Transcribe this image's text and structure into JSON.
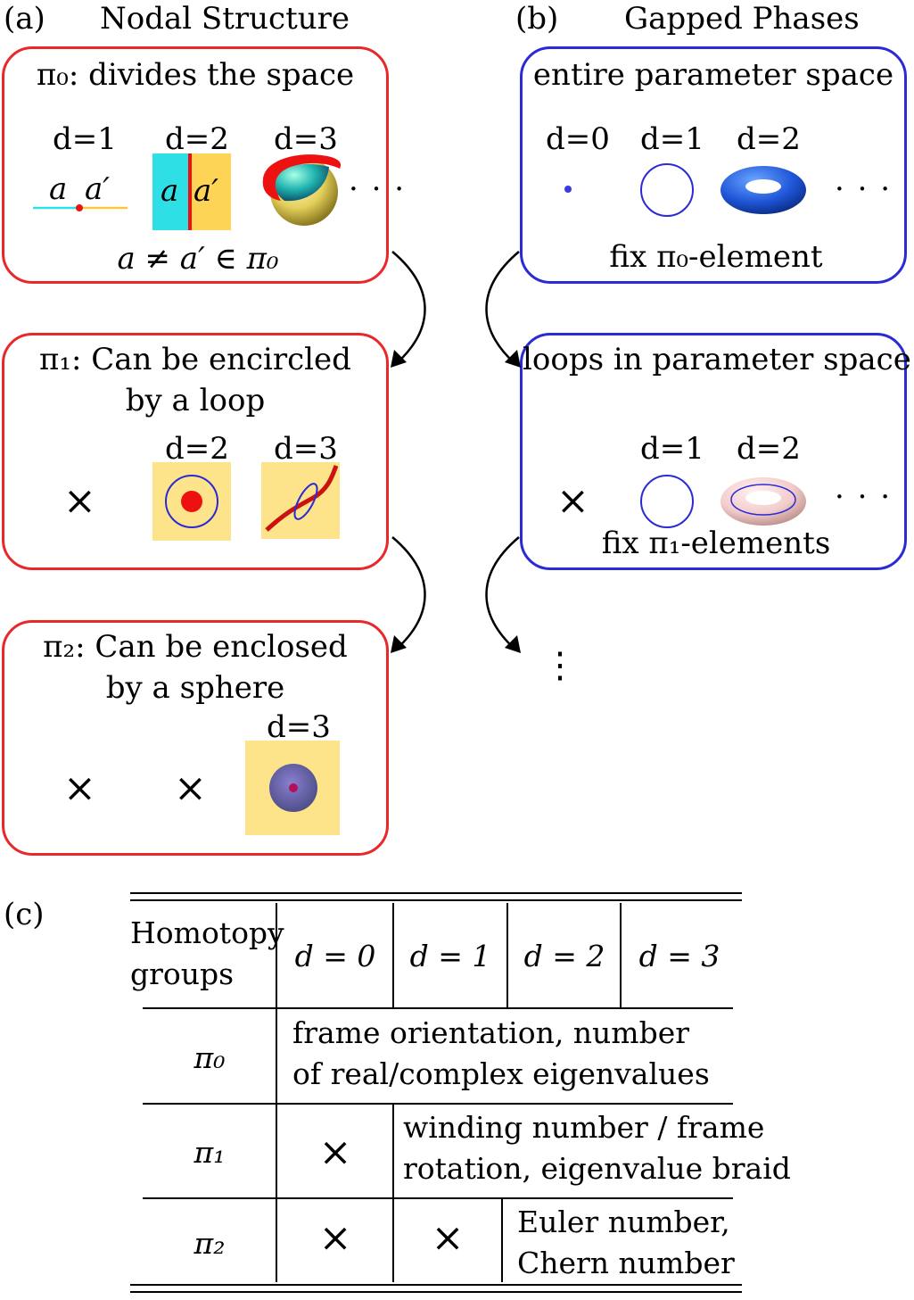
{
  "panel_a": {
    "label": "(a)",
    "title": "Nodal Structure",
    "box1": {
      "title": "π₀: divides the space",
      "d_labels": [
        "d=1",
        "d=2",
        "d=3"
      ],
      "a1": "a",
      "a1p": "a′",
      "a2": "a",
      "a2p": "a′",
      "dots": "· · ·",
      "caption": "a ≠ a′ ∈ π₀"
    },
    "box2": {
      "title_line1": "π₁: Can be encircled",
      "title_line2": "by a loop",
      "d_labels": [
        "d=2",
        "d=3"
      ],
      "cross": "×"
    },
    "box3": {
      "title_line1": "π₂: Can be enclosed",
      "title_line2": "by a sphere",
      "d_labels": [
        "d=3"
      ],
      "cross1": "×",
      "cross2": "×"
    }
  },
  "panel_b": {
    "label": "(b)",
    "title": "Gapped Phases",
    "box1": {
      "title": "entire parameter space",
      "d_labels": [
        "d=0",
        "d=1",
        "d=2"
      ],
      "dots": "· · ·",
      "caption": "fix π₀-element"
    },
    "box2": {
      "title": "loops in parameter space",
      "d_labels": [
        "d=1",
        "d=2"
      ],
      "cross": "×",
      "dots": "· · ·",
      "caption": "fix π₁-elements"
    },
    "vdots": "⋮"
  },
  "panel_c": {
    "label": "(c)",
    "header": {
      "col0_line1": "Homotopy",
      "col0_line2": "groups",
      "cols": [
        "d = 0",
        "d = 1",
        "d = 2",
        "d = 3"
      ]
    },
    "rows": [
      {
        "group": "π₀",
        "text_line1": "frame orientation, number",
        "text_line2": "of real/complex eigenvalues"
      },
      {
        "group": "π₁",
        "cross": "×",
        "text_line1": "winding number / frame",
        "text_line2": "rotation, eigenvalue braid"
      },
      {
        "group": "π₂",
        "cross1": "×",
        "cross2": "×",
        "text_line1": "Euler number,",
        "text_line2": "Chern number"
      }
    ]
  },
  "colors": {
    "red_border": "#e8282a",
    "blue_border": "#2a2ad6",
    "cyan": "#2ee0e6",
    "yellow": "#fde38a",
    "node_red": "#ee1111"
  }
}
